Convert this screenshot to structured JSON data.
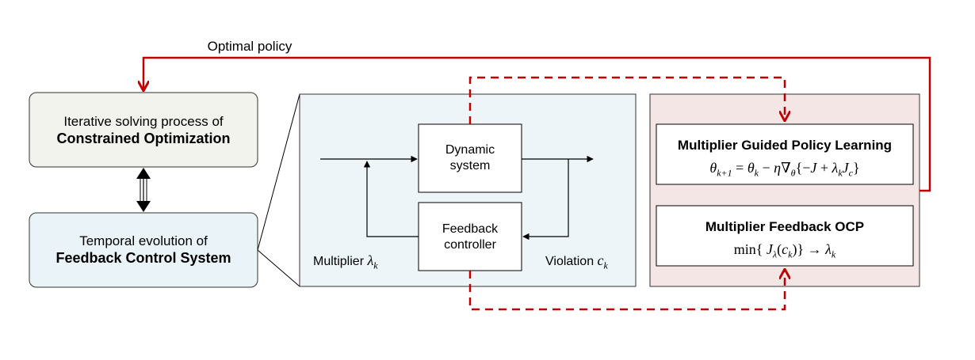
{
  "feedback_label": "Optimal policy",
  "left_top": {
    "line1": "Iterative solving process of",
    "line2": "Constrained Optimization"
  },
  "left_bottom": {
    "line1": "Temporal evolution of",
    "line2": "Feedback Control System"
  },
  "loop": {
    "dynamic_line1": "Dynamic",
    "dynamic_line2": "system",
    "feedback_line1": "Feedback",
    "feedback_line2": "controller",
    "multiplier_label": "Multiplier",
    "multiplier_sym": "λ",
    "multiplier_sub": "k",
    "violation_label": "Violation",
    "violation_sym": "c",
    "violation_sub": "k"
  },
  "right": {
    "policy_title": "Multiplier Guided Policy Learning",
    "policy_eq": "θk+1 = θk − η∇θ{−J + λkJc}",
    "ocp_title": "Multiplier Feedback OCP",
    "ocp_eq": "min{ Jλ(ck)} → λk"
  },
  "colors": {
    "feedback_red": "#c00000",
    "left_top_fill": "#f2f3ec",
    "left_bottom_fill": "#eaf3f7",
    "middle_fill": "#edf5f8",
    "right_fill": "#f5e6e6"
  }
}
